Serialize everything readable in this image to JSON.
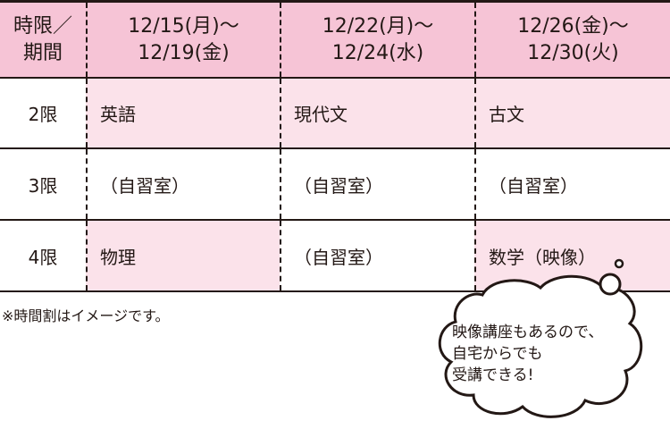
{
  "header": {
    "corner": [
      "時限／",
      "期間"
    ],
    "weeks": [
      [
        "12/15(月)～",
        "12/19(金)"
      ],
      [
        "12/22(月)～",
        "12/24(水)"
      ],
      [
        "12/26(金)～",
        "12/30(火)"
      ]
    ]
  },
  "rows": [
    {
      "period": "2限",
      "cells": [
        "英語",
        "現代文",
        "古文"
      ]
    },
    {
      "period": "3限",
      "cells": [
        "（自習室）",
        "（自習室）",
        "（自習室）"
      ]
    },
    {
      "period": "4限",
      "cells": [
        "物理",
        "（自習室）",
        "数学（映像）"
      ]
    }
  ],
  "note": "※時間割はイメージです。",
  "bubble": [
    "映像講座もあるので、",
    "自宅からでも",
    "受講できる!"
  ],
  "colors": {
    "header": "#f6c4d6",
    "highlight": "#fbe2ea",
    "line": "#231815"
  }
}
